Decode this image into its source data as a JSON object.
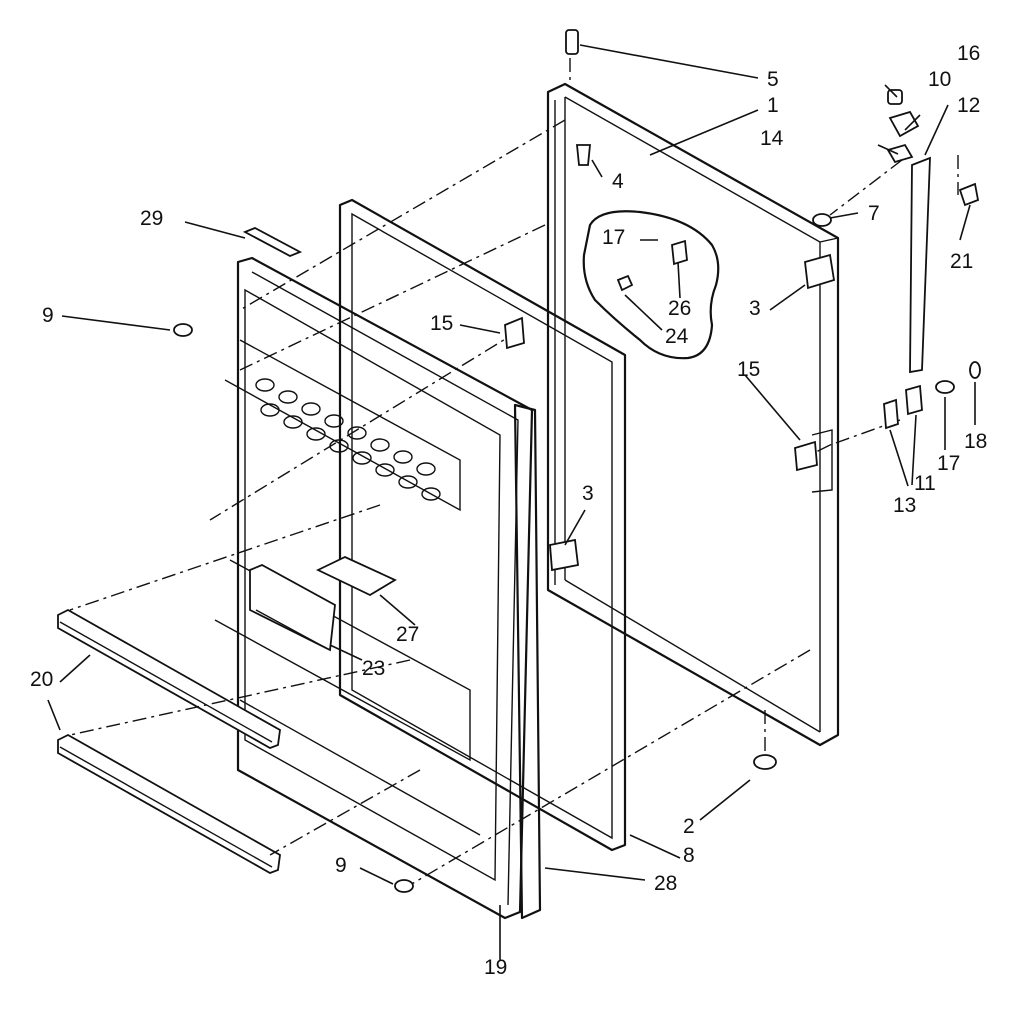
{
  "diagram": {
    "callouts": [
      {
        "id": "c1",
        "text": "1"
      },
      {
        "id": "c2",
        "text": "2"
      },
      {
        "id": "c3a",
        "text": "3"
      },
      {
        "id": "c3b",
        "text": "3"
      },
      {
        "id": "c4",
        "text": "4"
      },
      {
        "id": "c5",
        "text": "5"
      },
      {
        "id": "c7",
        "text": "7"
      },
      {
        "id": "c8",
        "text": "8"
      },
      {
        "id": "c9a",
        "text": "9"
      },
      {
        "id": "c9b",
        "text": "9"
      },
      {
        "id": "c10",
        "text": "10"
      },
      {
        "id": "c11",
        "text": "11"
      },
      {
        "id": "c12",
        "text": "12"
      },
      {
        "id": "c13",
        "text": "13"
      },
      {
        "id": "c14",
        "text": "14"
      },
      {
        "id": "c15a",
        "text": "15"
      },
      {
        "id": "c15b",
        "text": "15"
      },
      {
        "id": "c16",
        "text": "16"
      },
      {
        "id": "c17a",
        "text": "17"
      },
      {
        "id": "c17b",
        "text": "17"
      },
      {
        "id": "c18",
        "text": "18"
      },
      {
        "id": "c19",
        "text": "19"
      },
      {
        "id": "c20",
        "text": "20"
      },
      {
        "id": "c21",
        "text": "21"
      },
      {
        "id": "c23",
        "text": "23"
      },
      {
        "id": "c24",
        "text": "24"
      },
      {
        "id": "c26",
        "text": "26"
      },
      {
        "id": "c27",
        "text": "27"
      },
      {
        "id": "c28",
        "text": "28"
      },
      {
        "id": "c29",
        "text": "29"
      }
    ]
  }
}
